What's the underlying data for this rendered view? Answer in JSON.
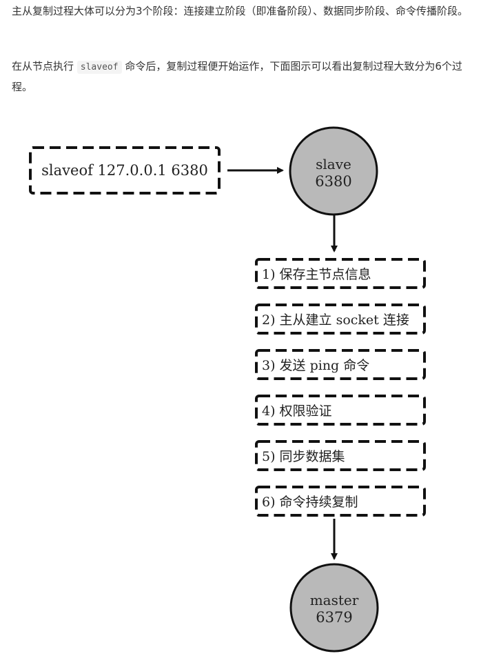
{
  "intro": {
    "para1": "主从复制过程大体可以分为3个阶段：连接建立阶段（即准备阶段）、数据同步阶段、命令传播阶段。",
    "para2_prefix": "在从节点执行 ",
    "para2_code": "slaveof",
    "para2_suffix": " 命令后，复制过程便开始运作，下面图示可以看出复制过程大致分为6个过程。"
  },
  "diagram": {
    "command_box": "slaveof 127.0.0.1 6380",
    "slave_node": {
      "name": "slave",
      "port": "6380"
    },
    "master_node": {
      "name": "master",
      "port": "6379"
    },
    "steps": [
      "1) 保存主节点信息",
      "2) 主从建立 socket 连接",
      "3) 发送 ping 命令",
      "4) 权限验证",
      "5) 同步数据集",
      "6) 命令持续复制"
    ]
  }
}
